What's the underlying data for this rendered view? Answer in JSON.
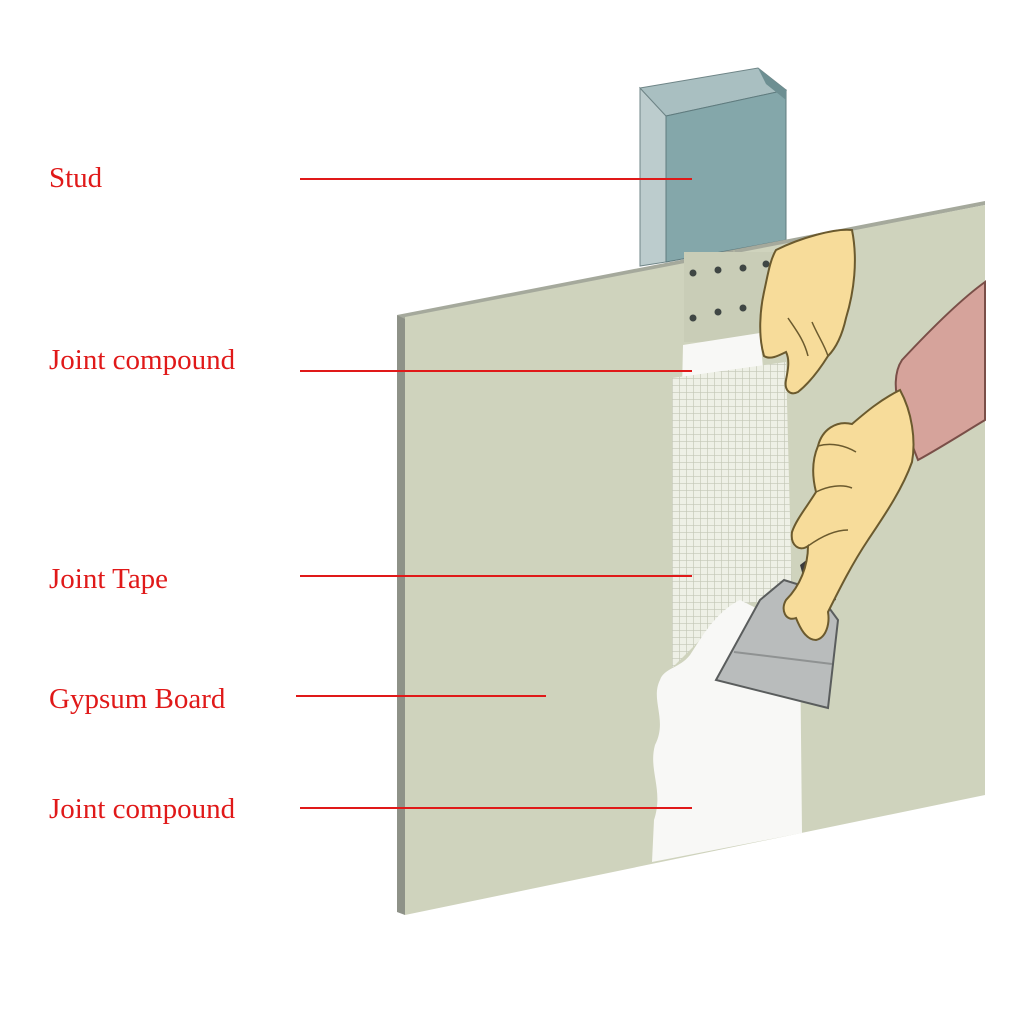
{
  "diagram": {
    "labels": [
      {
        "id": "stud",
        "text": "Stud"
      },
      {
        "id": "joint-compound-top",
        "text": "Joint compound"
      },
      {
        "id": "joint-tape",
        "text": "Joint Tape"
      },
      {
        "id": "gypsum-board",
        "text": "Gypsum Board"
      },
      {
        "id": "joint-compound-bottom",
        "text": "Joint compound"
      }
    ]
  },
  "colors": {
    "label": "#e01919",
    "leader": "#e01919",
    "board_face": "#cfd3bd",
    "board_edge": "#8e9288",
    "stud_face": "#84a7aa",
    "stud_flange": "#bccccd",
    "compound": "#f8f8f6",
    "tape": "#d9dccc",
    "glove": "#f7dc9a",
    "glove_outline": "#6b5a2e",
    "sleeve": "#d6a39b",
    "knife_blade": "#b9bcbc",
    "knife_handle": "#3a3a3a"
  },
  "icons": {
    "stud": "metal-stud-icon",
    "board": "gypsum-board-icon",
    "knife": "taping-knife-icon",
    "hand": "gloved-hand-icon"
  }
}
